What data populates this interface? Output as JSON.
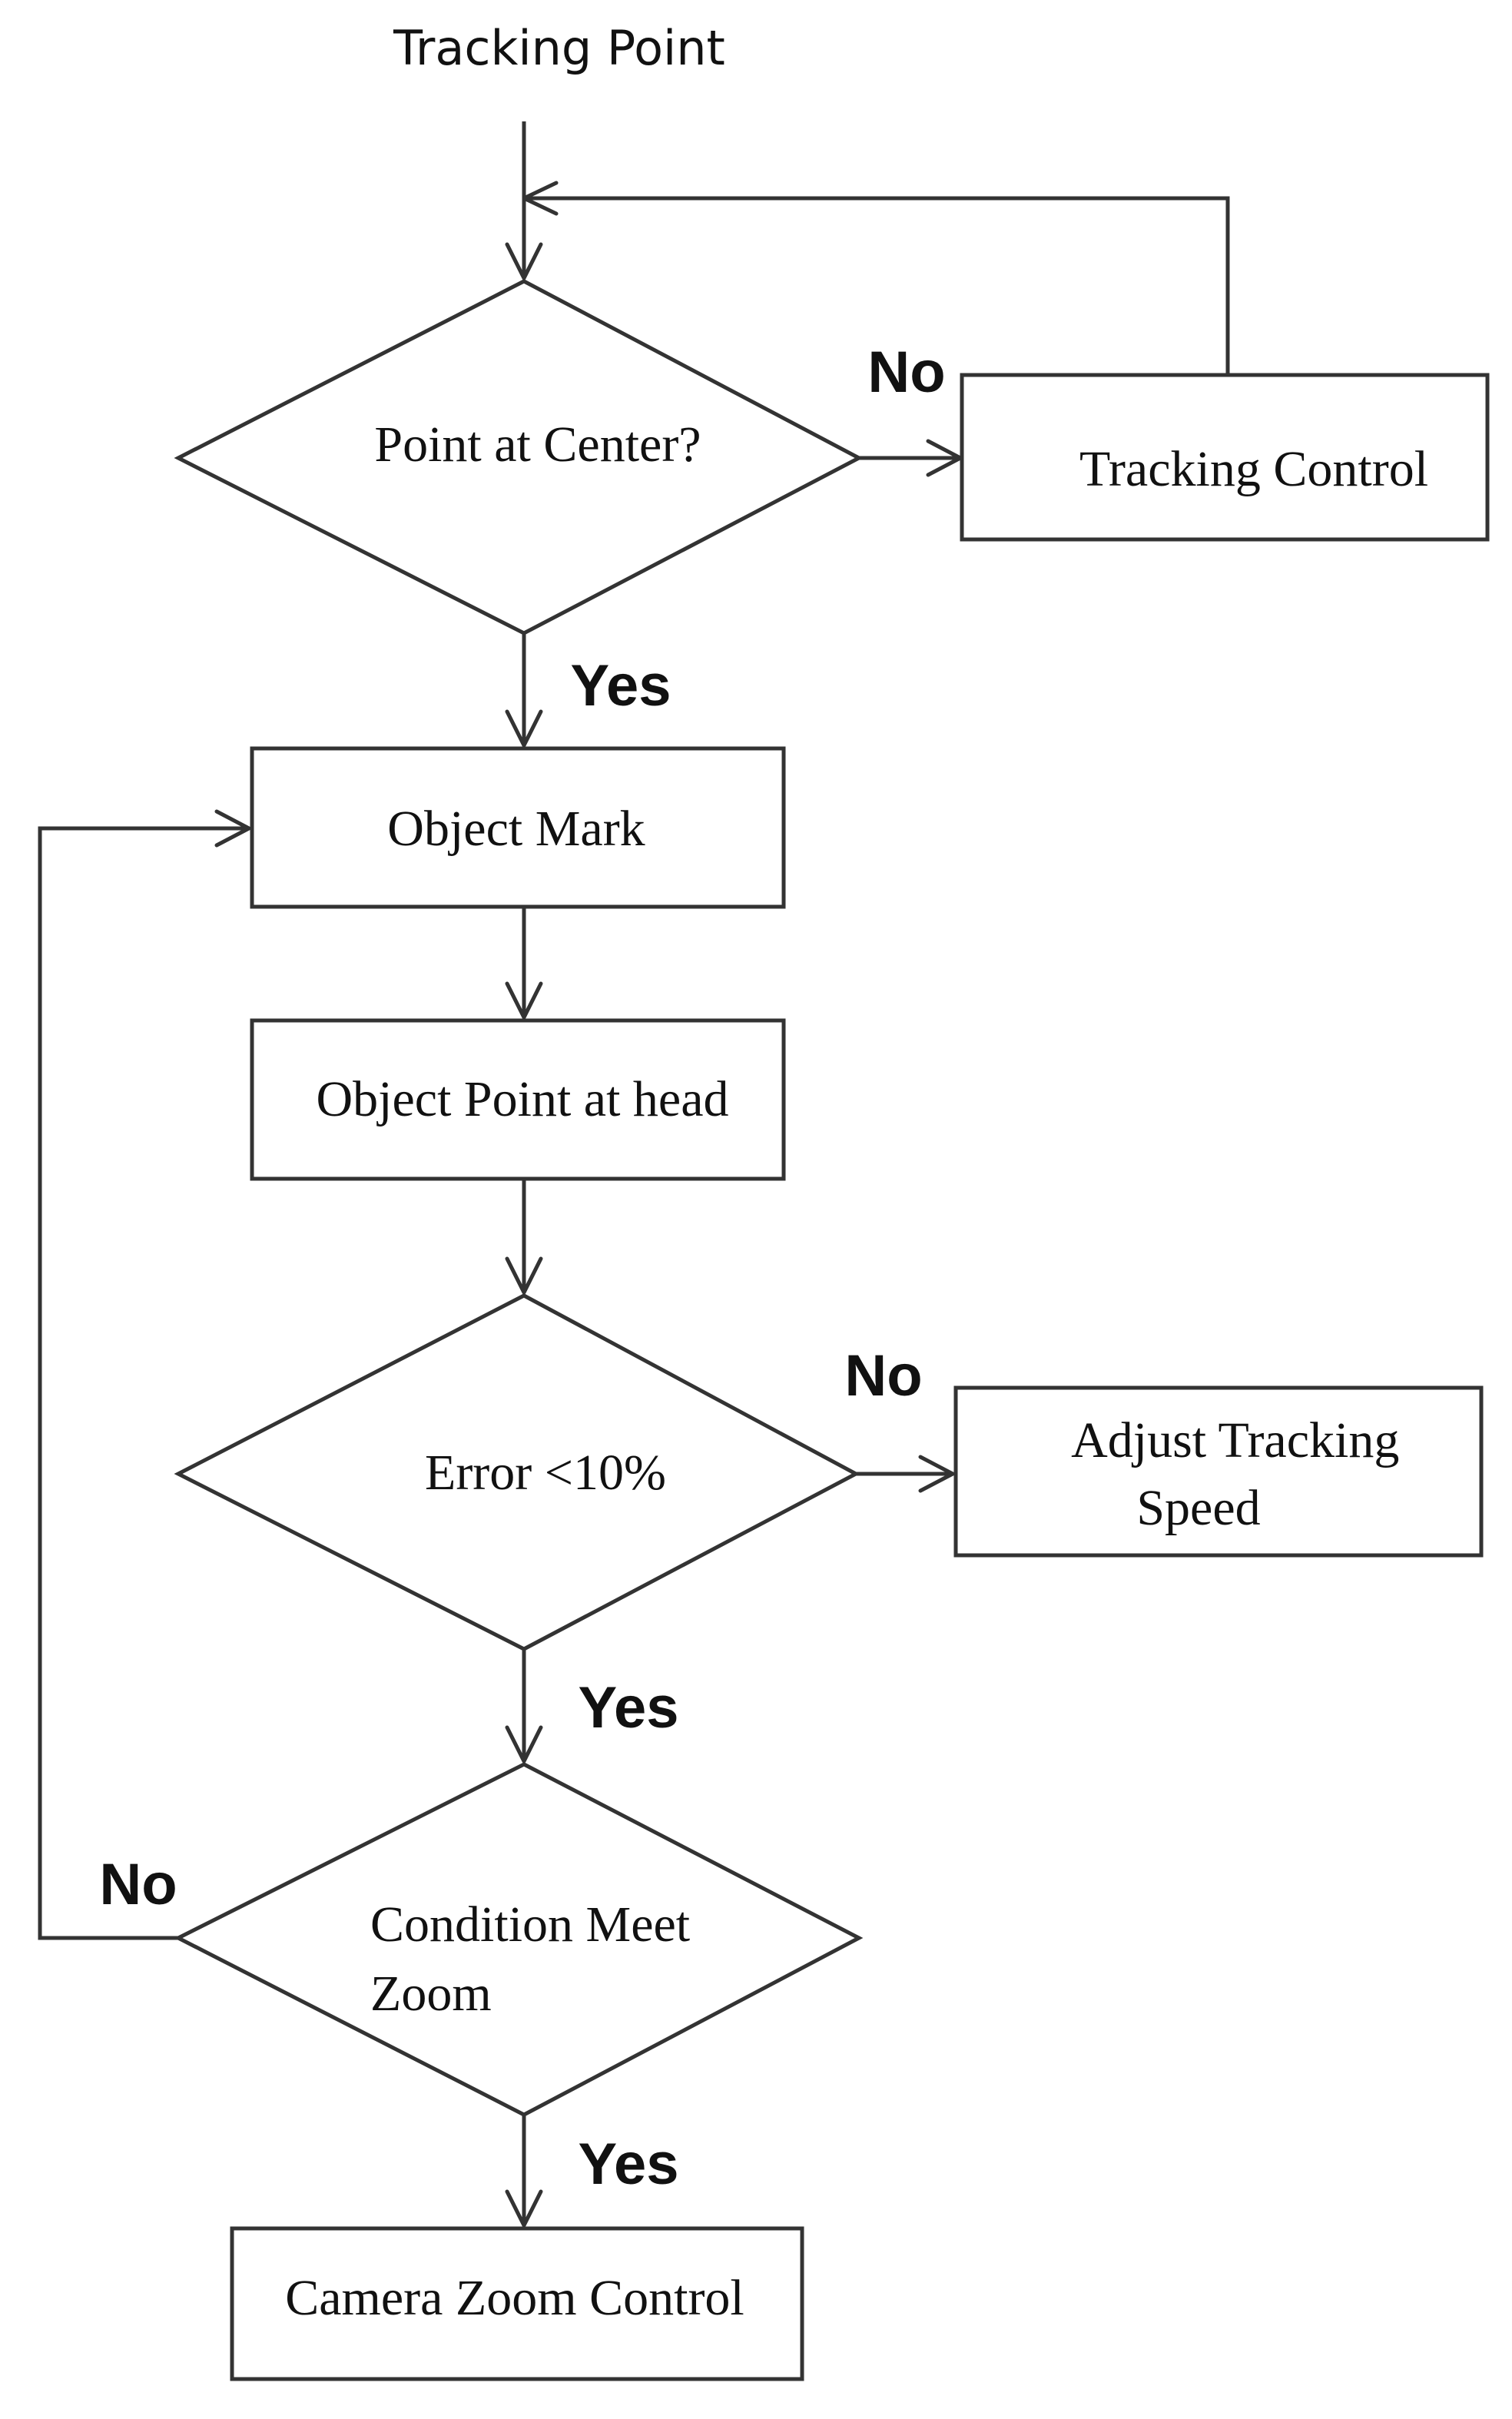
{
  "start": {
    "label": "Tracking Point"
  },
  "decisions": {
    "point_at_center": {
      "label": "Point at Center?"
    },
    "error": {
      "label": "Error <10%"
    },
    "condition": {
      "lines": [
        "Condition Meet",
        "Zoom"
      ]
    }
  },
  "processes": {
    "tracking_control": {
      "label": "Tracking Control"
    },
    "object_mark": {
      "label": "Object Mark"
    },
    "object_point": {
      "label": "Object Point at head"
    },
    "adjust_speed": {
      "lines": [
        "Adjust Tracking",
        "Speed"
      ]
    },
    "camera_zoom": {
      "label": "Camera Zoom Control"
    }
  },
  "edge_labels": {
    "center_no": "No",
    "center_yes": "Yes",
    "error_no": "No",
    "error_yes": "Yes",
    "condition_no": "No",
    "condition_yes": "Yes"
  }
}
